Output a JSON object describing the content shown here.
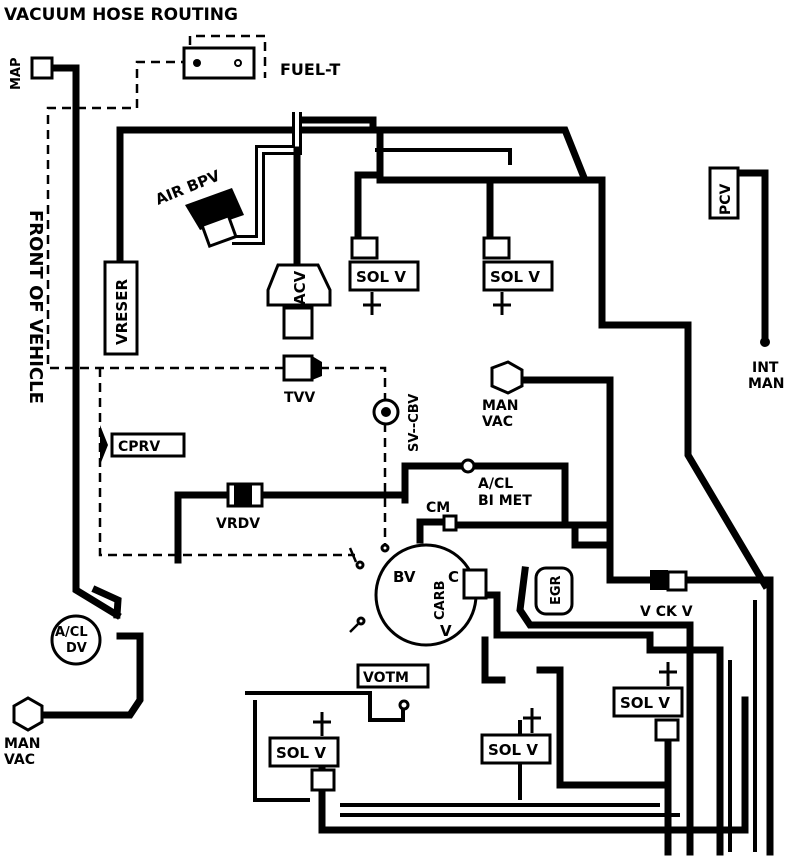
{
  "title": "VACUUM HOSE ROUTING",
  "side_label": "FRONT OF VEHICLE",
  "components": {
    "map": "MAP",
    "fuel_t": "FUEL-T",
    "air_bpv": "AIR BPV",
    "acv": "ACV",
    "sol_v": "SOL V",
    "vreser": "VRESER",
    "pcv": "PCV",
    "int_man_1": "INT",
    "int_man_2": "MAN",
    "tvv": "TVV",
    "sv_cbv": "SV--CBV",
    "man_vac_1": "MAN",
    "man_vac_2": "VAC",
    "cprv": "CPRV",
    "acl_bimet_1": "A/CL",
    "acl_bimet_2": "BI MET",
    "cm": "CM",
    "vrdv": "VRDV",
    "bv": "BV",
    "carb": "CARB",
    "carb_c": "C",
    "carb_v": "V",
    "egr": "EGR",
    "vckv": "V CK V",
    "acl_dv_1": "A/CL",
    "acl_dv_2": "DV",
    "votm": "VOTM"
  }
}
